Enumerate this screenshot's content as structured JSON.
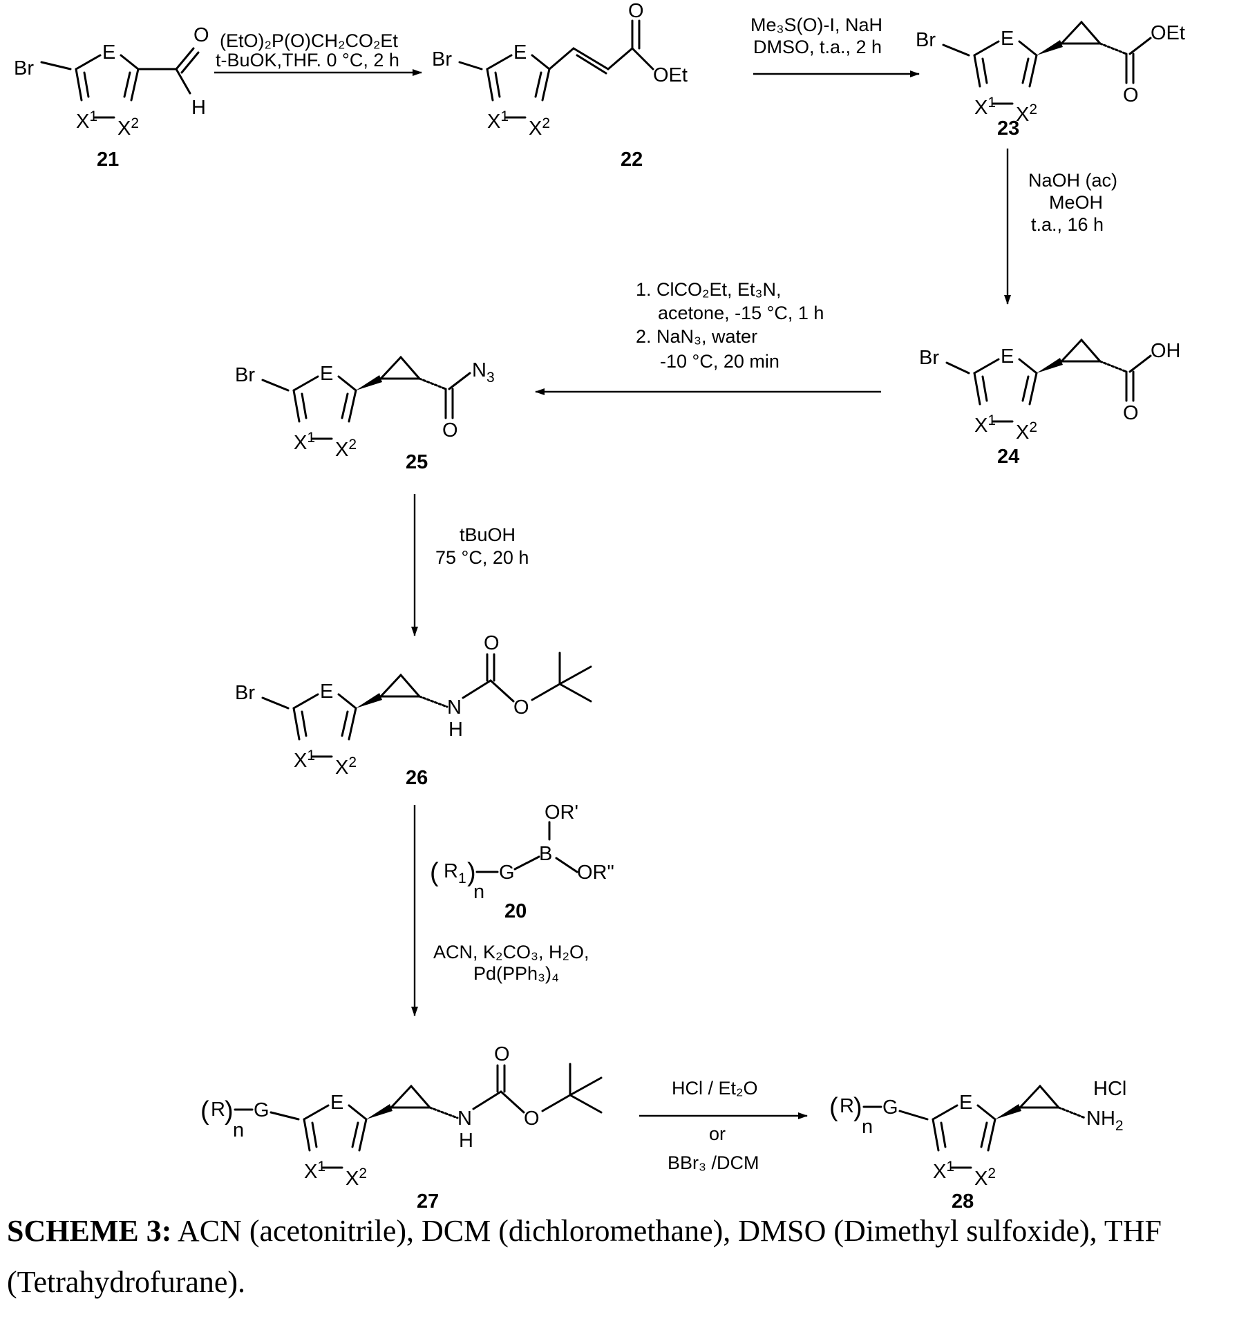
{
  "compounds": {
    "c21": "21",
    "c22": "22",
    "c23": "23",
    "c24": "24",
    "c25": "25",
    "c26": "26",
    "c27": "27",
    "c28": "28",
    "c20": "20"
  },
  "atoms": {
    "Br": "Br",
    "E": "E",
    "O": "O",
    "H": "H",
    "OEt": "OEt",
    "OH": "OH",
    "N3": "N",
    "N3_sub": "3",
    "NH": "N",
    "G": "G",
    "B": "B",
    "OR1": "OR'",
    "OR2": "OR\"",
    "HCl": "HCl",
    "NH2": "NH",
    "NH2_sub": "2",
    "R": "R",
    "n": "n",
    "R1": "R",
    "R1_sub": "1",
    "X1": "X",
    "X1_sup": "1",
    "X2": "X",
    "X2_sup": "2"
  },
  "conditions": {
    "step1_line1": "(EtO)₂P(O)CH₂CO₂Et",
    "step1_line2": "t-BuOK,THF. 0 °C, 2 h",
    "step2_line1": "Me₃S(O)-I, NaH",
    "step2_line2": "DMSO, t.a., 2 h",
    "step3_line1": "NaOH (ac)",
    "step3_line2": "MeOH",
    "step3_line3": "t.a., 16 h",
    "step4_line1": "1. ClCO₂Et, Et₃N,",
    "step4_line2": "acetone, -15 °C, 1 h",
    "step4_line3": "2. NaN₃, water",
    "step4_line4": "-10 °C, 20 min",
    "step5_line1": "tBuOH",
    "step5_line2": "75 °C, 20 h",
    "step6_line1": "ACN, K₂CO₃, H₂O,",
    "step6_line2": "Pd(PPh₃)₄",
    "step7_line1": "HCl / Et₂O",
    "step7_line2": "or",
    "step7_line3": "BBr₃ /DCM"
  },
  "caption": {
    "label": "SCHEME 3:",
    "text": " ACN (acetonitrile), DCM (dichloromethane), DMSO (Dimethyl sulfoxide), THF (Tetrahydrofurane)."
  }
}
